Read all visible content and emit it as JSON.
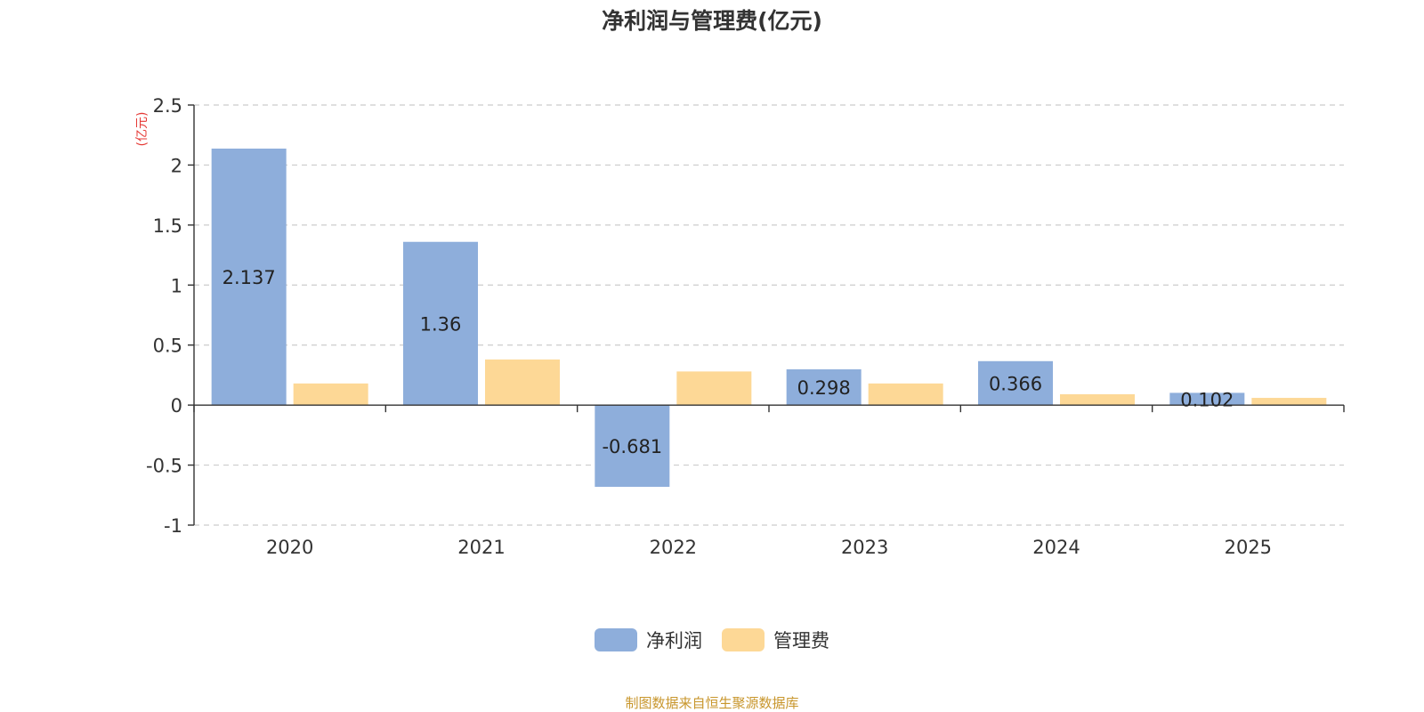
{
  "chart_data": {
    "type": "bar",
    "title": "净利润与管理费(亿元)",
    "ylabel": "(亿元)",
    "categories": [
      "2020",
      "2021",
      "2022",
      "2023",
      "2024",
      "2025"
    ],
    "series": [
      {
        "name": "净利润",
        "values": [
          2.137,
          1.36,
          -0.681,
          0.298,
          0.366,
          0.102
        ],
        "labels": [
          "2.137",
          "1.36",
          "-0.681",
          "0.298",
          "0.366",
          "0.102"
        ],
        "color": "#8eaedb"
      },
      {
        "name": "管理费",
        "values": [
          0.18,
          0.38,
          0.28,
          0.18,
          0.09,
          0.06
        ],
        "color": "#fdd896"
      }
    ],
    "ylim": [
      -1,
      2.5
    ],
    "yticks": [
      2.5,
      2,
      1.5,
      1,
      0.5,
      0,
      -0.5,
      -1
    ],
    "ytick_labels": [
      "2.5",
      "2",
      "1.5",
      "1",
      "0.5",
      "0",
      "-0.5",
      "-1"
    ],
    "grid": true,
    "legend_position": "bottom-center"
  },
  "source": {
    "text": "制图数据来自恒生聚源数据库",
    "color": "#c8962c"
  },
  "colors": {
    "ylabel": "#e53935",
    "axis": "#333333",
    "grid": "#cccccc"
  }
}
